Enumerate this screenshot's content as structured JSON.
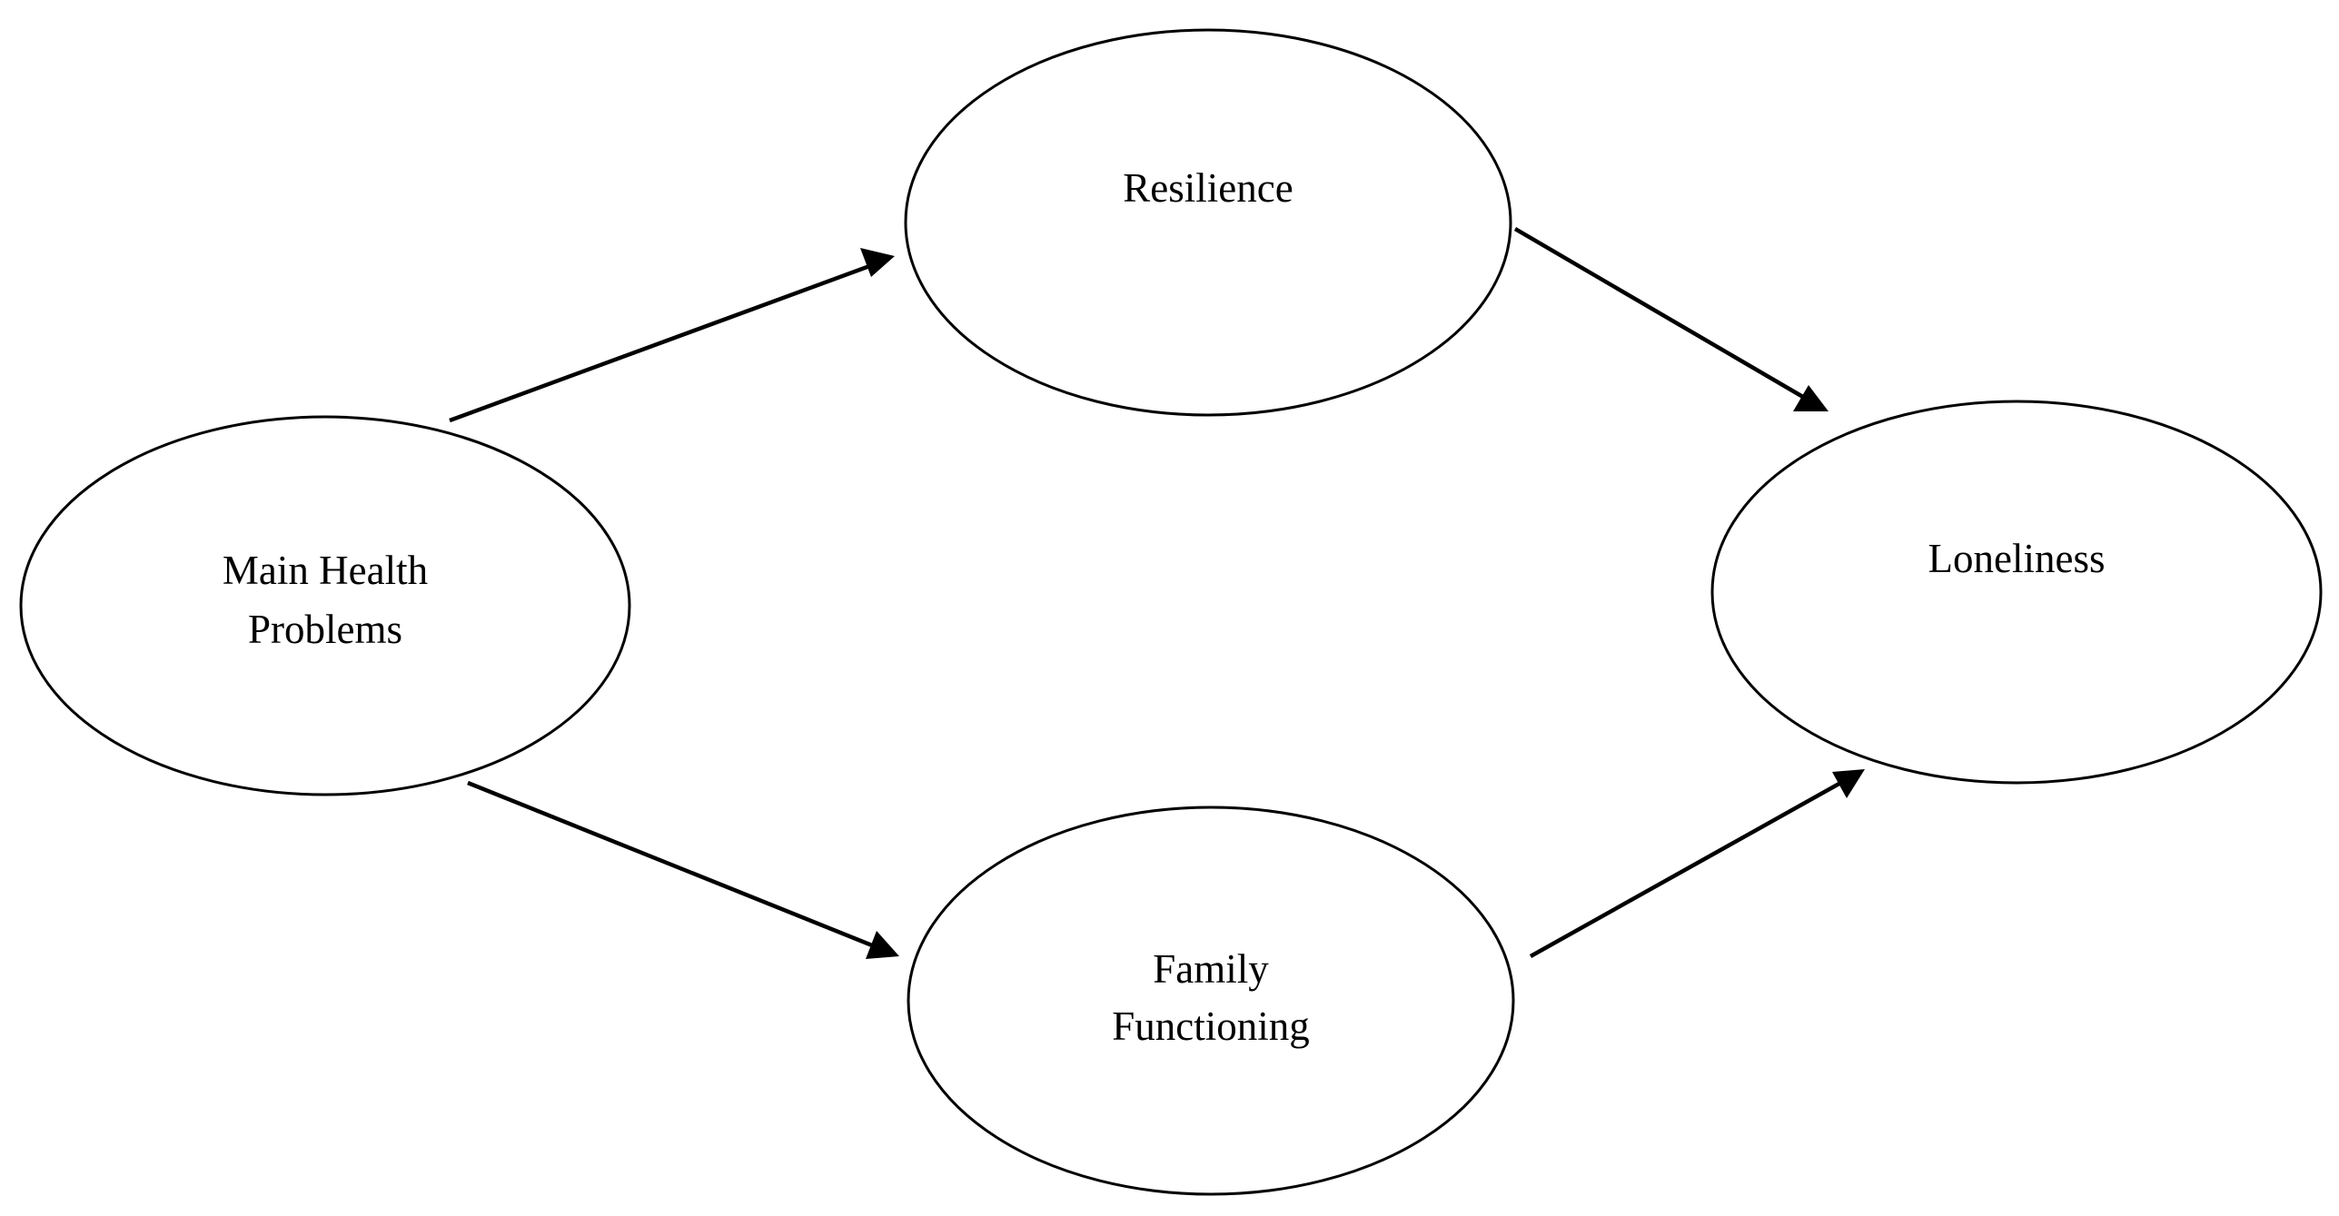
{
  "diagram": {
    "nodes": {
      "main_health": {
        "line1": "Main Health",
        "line2": "Problems"
      },
      "resilience": {
        "label": "Resilience"
      },
      "family": {
        "line1": "Family",
        "line2": "Functioning"
      },
      "loneliness": {
        "label": "Loneliness"
      }
    },
    "edges": [
      {
        "from": "Main Health Problems",
        "to": "Resilience"
      },
      {
        "from": "Main Health Problems",
        "to": "Family Functioning"
      },
      {
        "from": "Resilience",
        "to": "Loneliness"
      },
      {
        "from": "Family Functioning",
        "to": "Loneliness"
      }
    ],
    "colors": {
      "stroke": "#000000",
      "background": "#ffffff"
    }
  }
}
